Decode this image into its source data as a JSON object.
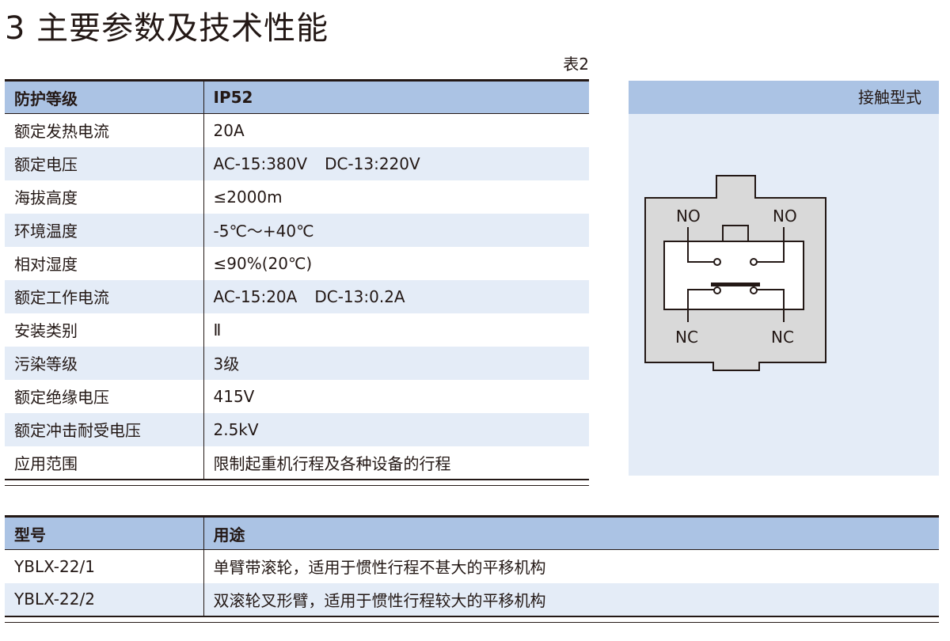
{
  "page": {
    "title": "3 主要参数及技术性能",
    "table_no": "表2"
  },
  "params_table": {
    "header": {
      "name": "防护等级",
      "value": "IP52"
    },
    "rows": [
      {
        "name": "额定发热电流",
        "value": "20A"
      },
      {
        "name": "额定电压",
        "value_a": "AC-15:380V",
        "value_b": "DC-13:220V"
      },
      {
        "name": "海拔高度",
        "value": "≤2000m"
      },
      {
        "name": "环境温度",
        "value": "-5℃～+40℃"
      },
      {
        "name": "相对湿度",
        "value": "≤90%(20℃)"
      },
      {
        "name": "额定工作电流",
        "value_a": "AC-15:20A",
        "value_b": "DC-13:0.2A"
      },
      {
        "name": "安装类别",
        "value": "Ⅱ"
      },
      {
        "name": "污染等级",
        "value": "3级"
      },
      {
        "name": "额定绝缘电压",
        "value": "415V"
      },
      {
        "name": "额定冲击耐受电压",
        "value": "2.5kV"
      },
      {
        "name": "应用范围",
        "value": "限制起重机行程及各种设备的行程"
      }
    ]
  },
  "contact_diagram": {
    "title": "接触型式",
    "labels": {
      "no_left": "NO",
      "no_right": "NO",
      "nc_left": "NC",
      "nc_right": "NC"
    }
  },
  "usage_table": {
    "header": {
      "model": "型号",
      "usage": "用途"
    },
    "rows": [
      {
        "model": "YBLX-22/1",
        "usage": "单臂带滚轮，适用于惯性行程不甚大的平移机构"
      },
      {
        "model": "YBLX-22/2",
        "usage": "双滚轮叉形臂，适用于惯性行程较大的平移机构"
      }
    ]
  },
  "colors": {
    "header_fill": "#abc3e4",
    "stripe_fill": "#e4ecf7",
    "diagram_box": "#d9d9d9",
    "ink": "#231815"
  }
}
